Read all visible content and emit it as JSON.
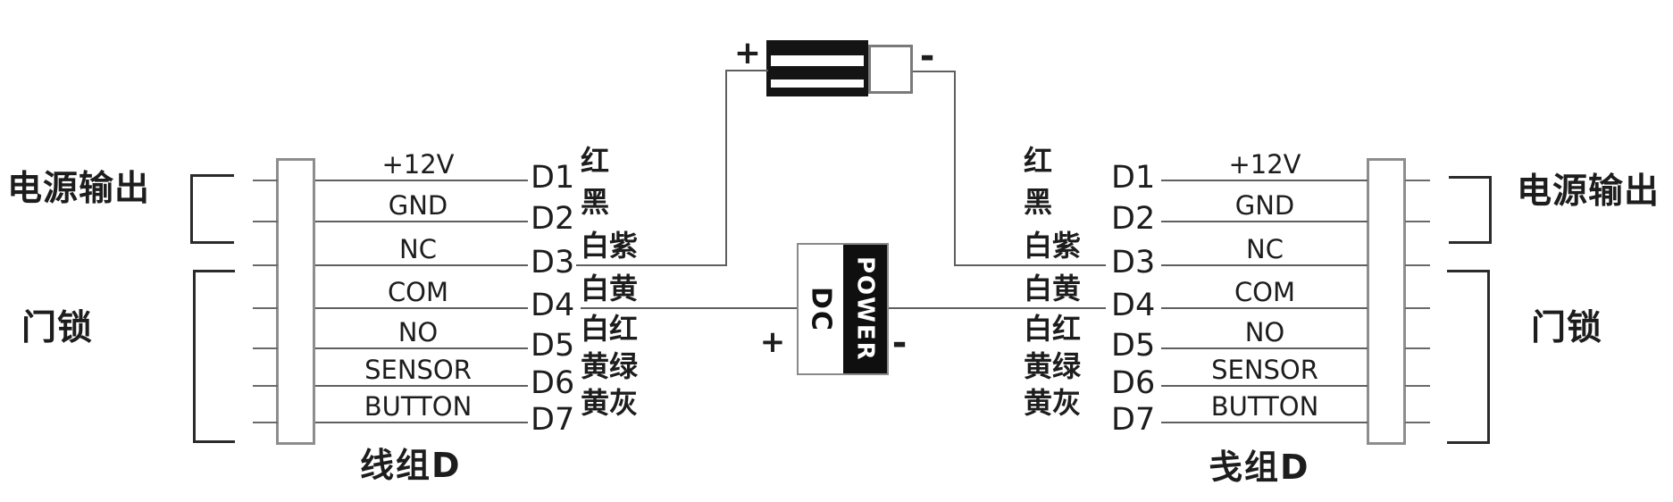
{
  "page": {
    "background": "#ffffff",
    "line_color": "#5f5f5f",
    "text_color": "#1d1d1d"
  },
  "maglock": {
    "plus_label": "+",
    "minus_label": "-"
  },
  "dc_power": {
    "left_label": "DC",
    "right_label": "POWER",
    "plus_label": "+",
    "minus_label": "-",
    "block_color": "#0f0f0f"
  },
  "left_device": {
    "output_group_label": "电源输出",
    "lock_group_label": "门锁",
    "harness_label": "线组D",
    "pins": [
      {
        "signal": "+12V",
        "pin": "D1",
        "color": "红"
      },
      {
        "signal": "GND",
        "pin": "D2",
        "color": "黑"
      },
      {
        "signal": "NC",
        "pin": "D3",
        "color": "白紫"
      },
      {
        "signal": "COM",
        "pin": "D4",
        "color": "白黄"
      },
      {
        "signal": "NO",
        "pin": "D5",
        "color": "白红"
      },
      {
        "signal": "SENSOR",
        "pin": "D6",
        "color": "黄绿"
      },
      {
        "signal": "BUTTON",
        "pin": "D7",
        "color": "黄灰"
      }
    ]
  },
  "right_device": {
    "output_group_label": "电源输出",
    "lock_group_label": "门锁",
    "harness_label": "戋组D",
    "pins": [
      {
        "signal": "+12V",
        "pin": "D1",
        "color": "红"
      },
      {
        "signal": "GND",
        "pin": "D2",
        "color": "黑"
      },
      {
        "signal": "NC",
        "pin": "D3",
        "color": "白紫"
      },
      {
        "signal": "COM",
        "pin": "D4",
        "color": "白黄"
      },
      {
        "signal": "NO",
        "pin": "D5",
        "color": "白红"
      },
      {
        "signal": "SENSOR",
        "pin": "D6",
        "color": "黄绿"
      },
      {
        "signal": "BUTTON",
        "pin": "D7",
        "color": "黄灰"
      }
    ]
  }
}
